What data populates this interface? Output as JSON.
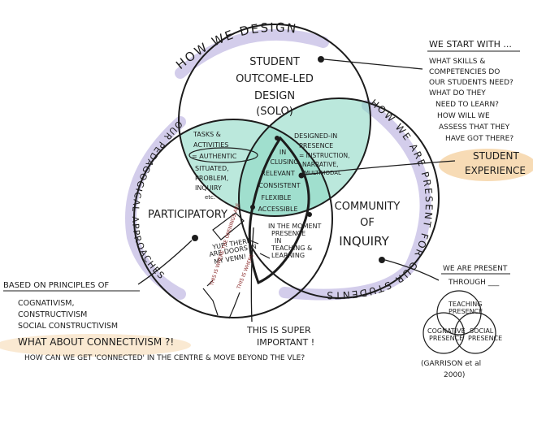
{
  "colors": {
    "ink": "#1c1c1c",
    "teal": "#8ed8c4",
    "lilac": "#c8c0e6",
    "orange": "#f3c88e",
    "red_ink": "#8a2a2a"
  },
  "arcs": {
    "how_we_design": "HOW WE DESIGN",
    "how_we_are_present": "HOW WE ARE PRESENT FOR OUR STUDENTS",
    "our_pedagogical": "OUR PEDAGOGICAL APPROACHES"
  },
  "circles": {
    "top": [
      "STUDENT",
      "OUTCOME-LED",
      "DESIGN",
      "(SOLO)"
    ],
    "left": "PARTICIPATORY",
    "right": [
      "COMMUNITY",
      "OF",
      "INQUIRY"
    ]
  },
  "overlap_left": [
    "TASKS &",
    "ACTIVITIES",
    "= AUTHENTIC",
    "SITUATED,",
    "PROBLEM,",
    "INQUIRY",
    "etc."
  ],
  "overlap_right": [
    "DESIGNED-IN",
    "PRESENCE",
    "= INSTRUCTION,",
    "NARRATIVE,",
    "MULTIMODAL"
  ],
  "centre": [
    "IN",
    "CLUSING",
    "RELEVANT",
    "CONSISTENT",
    "FLEXIBLE",
    "ACCESSIBLE"
  ],
  "overlap_bottom": [
    "IN THE MOMENT",
    "PRESENCE",
    "IN",
    "TEACHING &",
    "LEARNING"
  ],
  "doodle_notes": {
    "yup": [
      "YUP! THERE",
      "ARE DOORS IN",
      "MY VENN!"
    ],
    "door_left": "THIS IS WHERE THE OPENINGS ARE",
    "door_right": "THIS IS WHERE"
  },
  "we_start_with": {
    "heading": "WE START WITH ...",
    "lines": [
      "WHAT SKILLS &",
      "COMPETENCIES DO",
      "OUR STUDENTS NEED?",
      "WHAT DO THEY",
      "NEED TO LEARN?",
      "HOW WILL WE",
      "ASSESS THAT THEY",
      "HAVE GOT THERE?"
    ]
  },
  "student_experience": [
    "STUDENT",
    "EXPERIENCE"
  ],
  "based_on": {
    "heading": "BASED ON PRINCIPLES OF",
    "lines": [
      "COGNATIVISM,",
      "CONSTRUCTIVISM",
      "SOCIAL CONSTRUCTIVISM"
    ],
    "question": "WHAT ABOUT CONNECTIVISM ?!",
    "follow_up": "HOW CAN WE GET 'CONNECTED' IN THE CENTRE & MOVE BEYOND THE VLE?"
  },
  "super_important": [
    "THIS IS SUPER",
    "IMPORTANT !"
  ],
  "we_are_present": {
    "heading": "WE ARE PRESENT",
    "sub": "THROUGH ___",
    "teaching": [
      "TEACHING",
      "PRESENCE"
    ],
    "cognitive": [
      "COGNATIVE",
      "PRESENCE"
    ],
    "social": [
      "SOCIAL",
      "PRESENCE"
    ],
    "citation": [
      "(GARRISON et al",
      "2000)"
    ]
  }
}
